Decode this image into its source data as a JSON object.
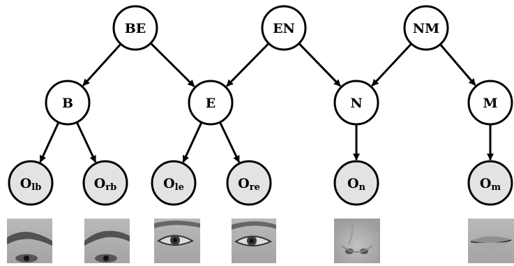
{
  "diagram": {
    "nodes": {
      "BE": {
        "label": "BE"
      },
      "EN": {
        "label": "EN"
      },
      "NM": {
        "label": "NM"
      },
      "B": {
        "label": "B"
      },
      "E": {
        "label": "E"
      },
      "N": {
        "label": "N"
      },
      "M": {
        "label": "M"
      },
      "Olb": {
        "label": "O",
        "sub": "lb"
      },
      "Orb": {
        "label": "O",
        "sub": "rb"
      },
      "Ole": {
        "label": "O",
        "sub": "le"
      },
      "Ore": {
        "label": "O",
        "sub": "re"
      },
      "On": {
        "label": "O",
        "sub": "n"
      },
      "Om": {
        "label": "O",
        "sub": "m"
      }
    },
    "edges": [
      [
        "BE",
        "B"
      ],
      [
        "BE",
        "E"
      ],
      [
        "EN",
        "E"
      ],
      [
        "EN",
        "N"
      ],
      [
        "NM",
        "N"
      ],
      [
        "NM",
        "M"
      ],
      [
        "B",
        "Olb"
      ],
      [
        "B",
        "Orb"
      ],
      [
        "E",
        "Ole"
      ],
      [
        "E",
        "Ore"
      ],
      [
        "N",
        "On"
      ],
      [
        "M",
        "Om"
      ]
    ],
    "patches": [
      {
        "node": "Olb",
        "content": "left-eyebrow"
      },
      {
        "node": "Orb",
        "content": "right-eyebrow"
      },
      {
        "node": "Ole",
        "content": "left-eye"
      },
      {
        "node": "Ore",
        "content": "right-eye"
      },
      {
        "node": "On",
        "content": "nose"
      },
      {
        "node": "Om",
        "content": "mouth"
      }
    ],
    "colors": {
      "observed_fill": "#e3e3e3",
      "stroke": "#000000"
    }
  }
}
